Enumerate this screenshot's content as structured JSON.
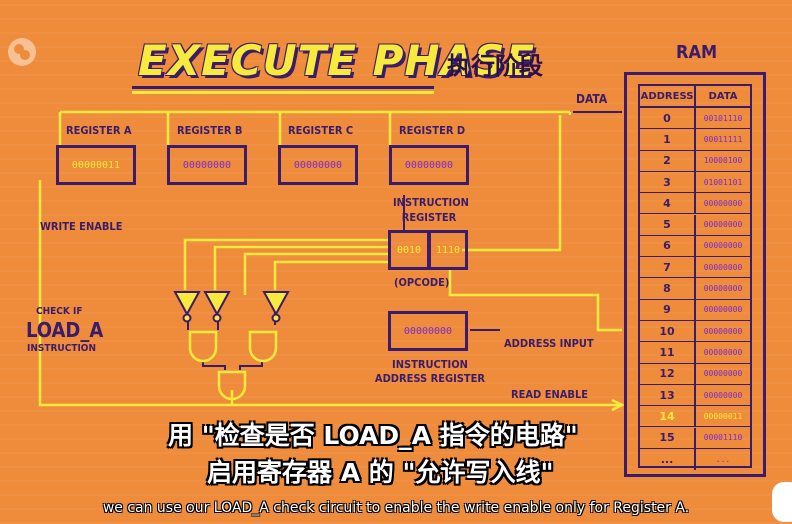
{
  "title": "EXECUTE PHASE",
  "title_cn": "执行阶段",
  "ram": {
    "label": "RAM",
    "address_header": "ADDRESS",
    "data_header": "DATA",
    "rows": [
      {
        "address": "0",
        "data": "00101110"
      },
      {
        "address": "1",
        "data": "00011111"
      },
      {
        "address": "2",
        "data": "10000100"
      },
      {
        "address": "3",
        "data": "01001101"
      },
      {
        "address": "4",
        "data": "00000000"
      },
      {
        "address": "5",
        "data": "00000000"
      },
      {
        "address": "6",
        "data": "00000000"
      },
      {
        "address": "7",
        "data": "00000000"
      },
      {
        "address": "8",
        "data": "00000000"
      },
      {
        "address": "9",
        "data": "00000000"
      },
      {
        "address": "10",
        "data": "00000000"
      },
      {
        "address": "11",
        "data": "00000000"
      },
      {
        "address": "12",
        "data": "00000000"
      },
      {
        "address": "13",
        "data": "00000000"
      },
      {
        "address": "14",
        "data": "00000011"
      },
      {
        "address": "15",
        "data": "00001110"
      },
      {
        "address": "...",
        "data": "..."
      }
    ],
    "highlight_row": 14
  },
  "registers": [
    {
      "label": "REGISTER A",
      "value": "00000011"
    },
    {
      "label": "REGISTER B",
      "value": "00000000"
    },
    {
      "label": "REGISTER C",
      "value": "00000000"
    },
    {
      "label": "REGISTER D",
      "value": "00000000"
    }
  ],
  "instruction_register": {
    "label_line1": "INSTRUCTION",
    "label_line2": "REGISTER",
    "opcode": "0010",
    "address": "1110",
    "opcode_label": "(OPCODE)"
  },
  "instruction_address_register": {
    "value": "00000000",
    "label_line1": "INSTRUCTION",
    "label_line2": "ADDRESS REGISTER"
  },
  "labels": {
    "data": "DATA",
    "write_enable": "WRITE ENABLE",
    "check_if": "CHECK IF",
    "load_a": "LOAD_A",
    "instruction": "INSTRUCTION",
    "address_input": "ADDRESS INPUT",
    "read_enable": "READ ENABLE"
  },
  "subtitles": {
    "cn_line1": "用 \"检查是否 LOAD_A 指令的电路\"",
    "cn_line2": "启用寄存器 A 的 \"允许写入线\"",
    "en": "we can use our LOAD_A check circuit to enable the write enable only for Register A."
  },
  "colors": {
    "background": "#ee8c3c",
    "wire": "#f7ea3c",
    "outline": "#3a1c6a",
    "value_text": "#7a2ad0",
    "title": "#f7ea3c"
  }
}
